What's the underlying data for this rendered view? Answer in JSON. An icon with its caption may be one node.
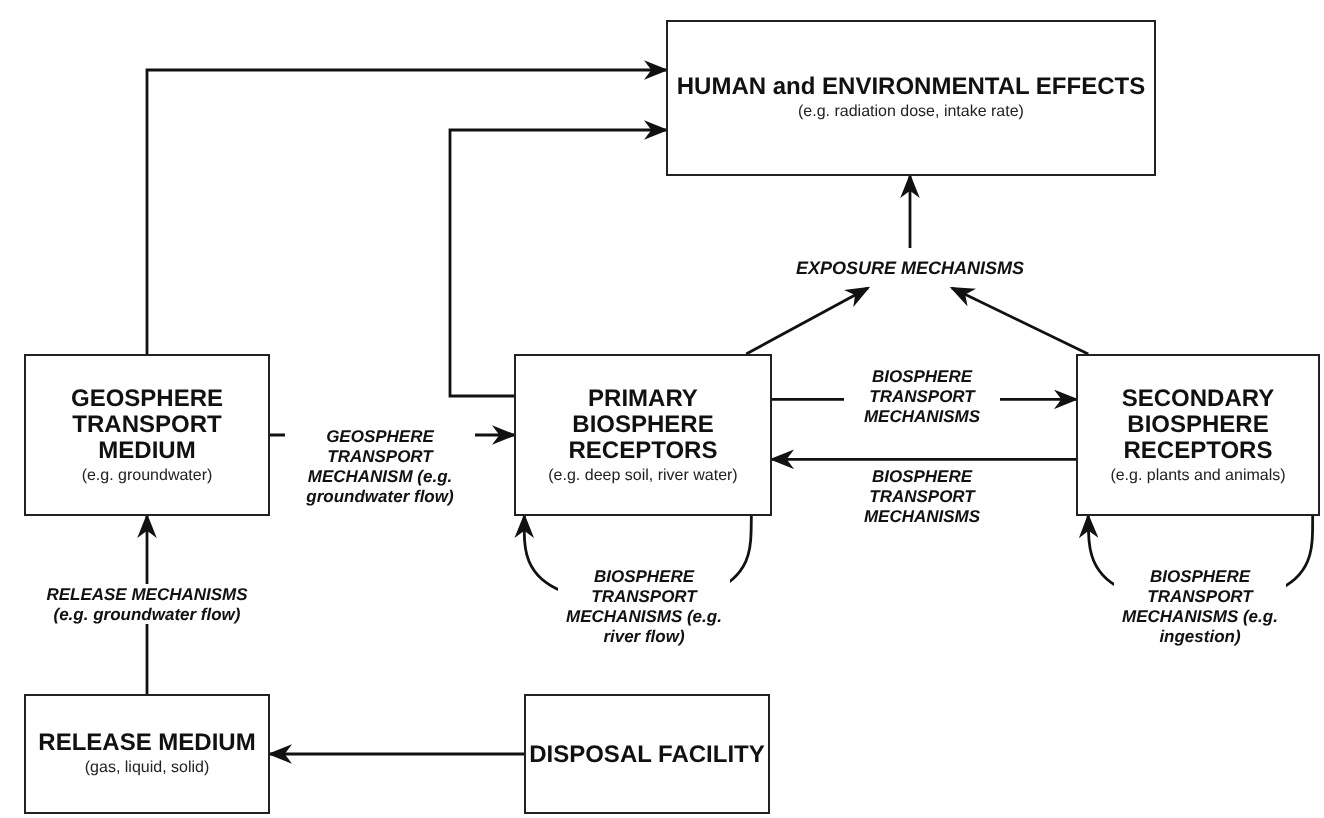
{
  "diagram": {
    "nodes": [
      {
        "text": [
          "HUMAN and ENVIRONMENTAL EFFECTS",
          "(e.g. radiation dose, intake rate)"
        ]
      },
      {
        "text": [
          "EXPOSURE MECHANISMS"
        ]
      },
      {
        "text": [
          "GEOSPHERE TRANSPORT MEDIUM",
          "(e.g. groundwater)"
        ]
      },
      {
        "text": [
          "PRIMARY BIOSPHERE RECEPTORS",
          "(e.g. deep soil, river water)"
        ]
      },
      {
        "text": [
          "SECONDARY BIOSPHERE RECEPTORS",
          "(e.g. plants and animals)"
        ]
      },
      {
        "text": [
          "RELEASE MEDIUM",
          "(gas, liquid, solid)"
        ]
      },
      {
        "text": [
          "DISPOSAL FACILITY"
        ]
      }
    ],
    "edges": [
      {
        "from": 2,
        "to": 0,
        "arrow": "to"
      },
      {
        "from": 3,
        "to": 0,
        "arrow": "to"
      },
      {
        "from": 1,
        "to": 0,
        "arrow": "to"
      },
      {
        "from": 3,
        "to": 1,
        "arrow": "to"
      },
      {
        "from": 4,
        "to": 1,
        "arrow": "to"
      },
      {
        "from": 2,
        "to": 3,
        "arrow": "to",
        "label": "GEOSPHERE TRANSPORT MECHANISM (e.g. groundwater flow)"
      },
      {
        "from": 3,
        "to": 4,
        "arrow": "to",
        "label": "BIOSPHERE TRANSPORT MECHANISMS"
      },
      {
        "from": 4,
        "to": 3,
        "arrow": "to",
        "label": "BIOSPHERE TRANSPORT MECHANISMS"
      },
      {
        "from": 3,
        "to": 3,
        "arrow": "to",
        "label": "BIOSPHERE TRANSPORT MECHANISMS (e.g. river flow)"
      },
      {
        "from": 4,
        "to": 4,
        "arrow": "to",
        "label": "BIOSPHERE TRANSPORT MECHANISMS (e.g. ingestion)"
      },
      {
        "from": 5,
        "to": 2,
        "arrow": "to",
        "label": "RELEASE MECHANISMS (e.g. groundwater flow)"
      },
      {
        "from": 6,
        "to": 5,
        "arrow": "to"
      }
    ]
  }
}
